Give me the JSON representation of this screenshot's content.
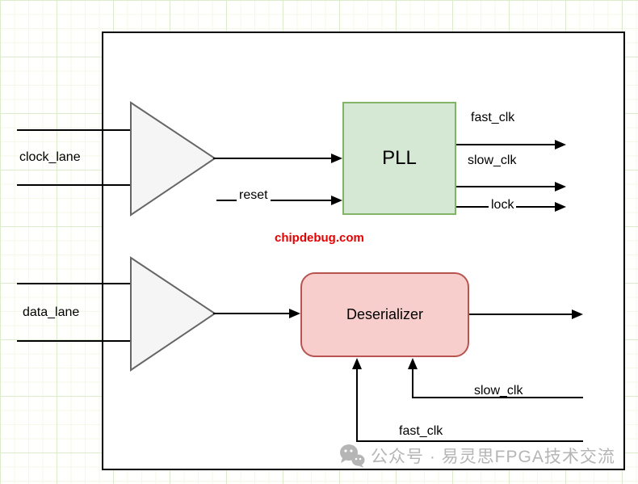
{
  "diagram": {
    "inputs": {
      "clock_lane": "clock_lane",
      "data_lane": "data_lane",
      "reset": "reset"
    },
    "blocks": {
      "pll": "PLL",
      "deserializer": "Deserializer"
    },
    "pll_outputs": {
      "fast_clk": "fast_clk",
      "slow_clk": "slow_clk",
      "lock": "lock"
    },
    "feedback_signals": {
      "slow_clk": "slow_clk",
      "fast_clk": "fast_clk"
    },
    "colors": {
      "pll_fill": "#d5e8d4",
      "pll_border": "#82b366",
      "deserializer_fill": "#f8cecc",
      "deserializer_border": "#b85450",
      "buffer_fill": "#f5f5f5",
      "buffer_border": "#666666",
      "wire": "#000000",
      "site_text": "#e60000",
      "watermark_text": "#b5b5b5",
      "grid_line": "#ddebcd"
    }
  },
  "watermarks": {
    "site": "chipdebug.com",
    "channel": "公众号 · 易灵思FPGA技术交流"
  }
}
